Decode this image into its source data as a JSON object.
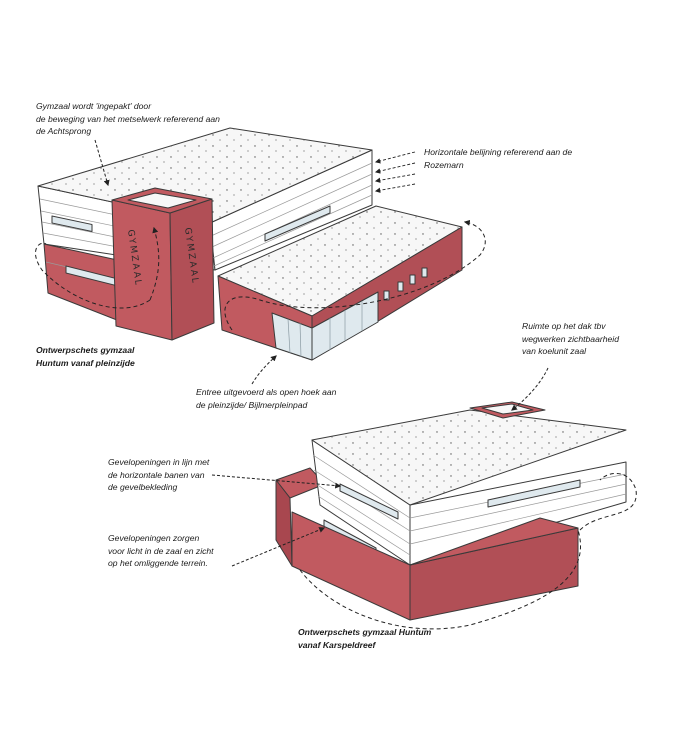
{
  "colors": {
    "brick_red": "#c15a60",
    "brick_red_dark": "#a8474f",
    "roof": "#f7f7f7",
    "cladding": "#ffffff",
    "glass": "#dfe9ee",
    "line": "#3a3a3a"
  },
  "sketch_top": {
    "tower_letters_a": "GYMZAAL",
    "tower_letters_b": "GYMZAAL",
    "caption": [
      "Ontwerpschets gymzaal",
      "Huntum vanaf pleinzijde"
    ]
  },
  "sketch_bottom": {
    "caption": [
      "Ontwerpschets gymzaal Huntum",
      "vanaf Karspeldreef"
    ]
  },
  "annotations": {
    "wrapped": [
      "Gymzaal wordt 'ingepakt' door",
      "de beweging van het metselwerk refererend aan",
      "de Achtsprong"
    ],
    "horizontal": [
      "Horizontale belijning refererend aan de",
      "Rozemarn"
    ],
    "entrance": [
      "Entree uitgevoerd als open hoek aan",
      "de pleinzijde/ Bijlmerpleinpad"
    ],
    "roof_space": [
      "Ruimte op het dak tbv",
      "wegwerken zichtbaarheid",
      "van koelunit zaal"
    ],
    "openings_aligned": [
      "Gevelopeningen in lijn met",
      "de horizontale banen van",
      "de gevelbekleding"
    ],
    "openings_light": [
      "Gevelopeningen zorgen",
      "voor licht in de zaal en zicht",
      "op het omliggende terrein."
    ]
  }
}
